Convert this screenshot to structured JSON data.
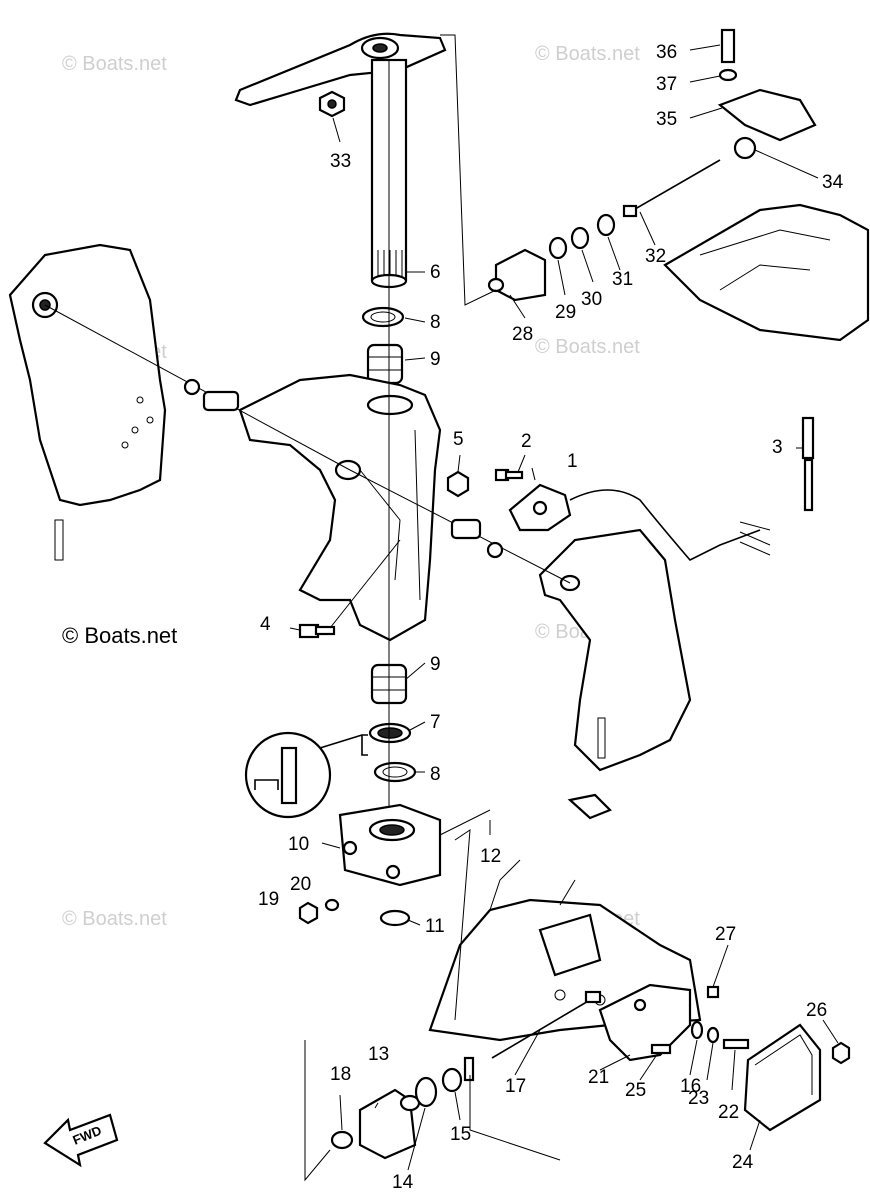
{
  "watermark_text": "© Boats.net",
  "copyright_text": "© Boats.net",
  "direction_label": "FWD",
  "callouts": [
    "1",
    "2",
    "3",
    "4",
    "5",
    "6",
    "7",
    "8",
    "8",
    "9",
    "9",
    "10",
    "11",
    "12",
    "13",
    "14",
    "15",
    "16",
    "17",
    "18",
    "19",
    "20",
    "21",
    "22",
    "23",
    "24",
    "25",
    "26",
    "27",
    "28",
    "29",
    "30",
    "31",
    "32",
    "33",
    "34",
    "35",
    "36",
    "37"
  ]
}
